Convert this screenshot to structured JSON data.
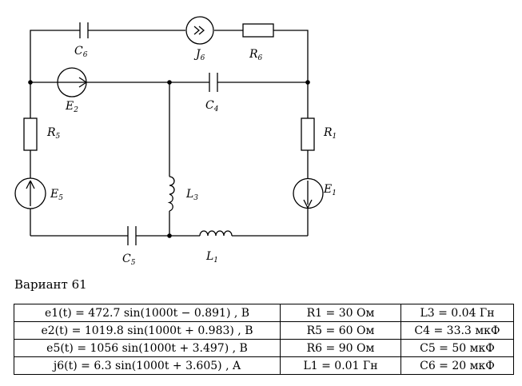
{
  "labels": {
    "C6": {
      "main": "C",
      "sub": "6"
    },
    "J6": {
      "main": "J",
      "sub": "6"
    },
    "R6": {
      "main": "R",
      "sub": "6"
    },
    "E2": {
      "main": "E",
      "sub": "2"
    },
    "C4": {
      "main": "C",
      "sub": "4"
    },
    "R5": {
      "main": "R",
      "sub": "5"
    },
    "R1": {
      "main": "R",
      "sub": "1"
    },
    "L3": {
      "main": "L",
      "sub": "3"
    },
    "E5": {
      "main": "E",
      "sub": "5"
    },
    "E1": {
      "main": "E",
      "sub": "1"
    },
    "C5": {
      "main": "C",
      "sub": "5"
    },
    "L1": {
      "main": "L",
      "sub": "1"
    }
  },
  "variant": "Вариант 61",
  "table": [
    [
      "e1(t) = 472.7 sin(1000t − 0.891) , B",
      "R1 = 30 Ом",
      "L3 = 0.04 Гн"
    ],
    [
      "e2(t) = 1019.8 sin(1000t + 0.983) , B",
      "R5 = 60 Ом",
      "C4 = 33.3 мкФ"
    ],
    [
      "e5(t) = 1056 sin(1000t + 3.497) , B",
      "R6 = 90 Ом",
      "C5 = 50 мкФ"
    ],
    [
      "j6(t) = 6.3 sin(1000t + 3.605) , A",
      "L1 = 0.01 Гн",
      "C6 = 20 мкФ"
    ]
  ]
}
